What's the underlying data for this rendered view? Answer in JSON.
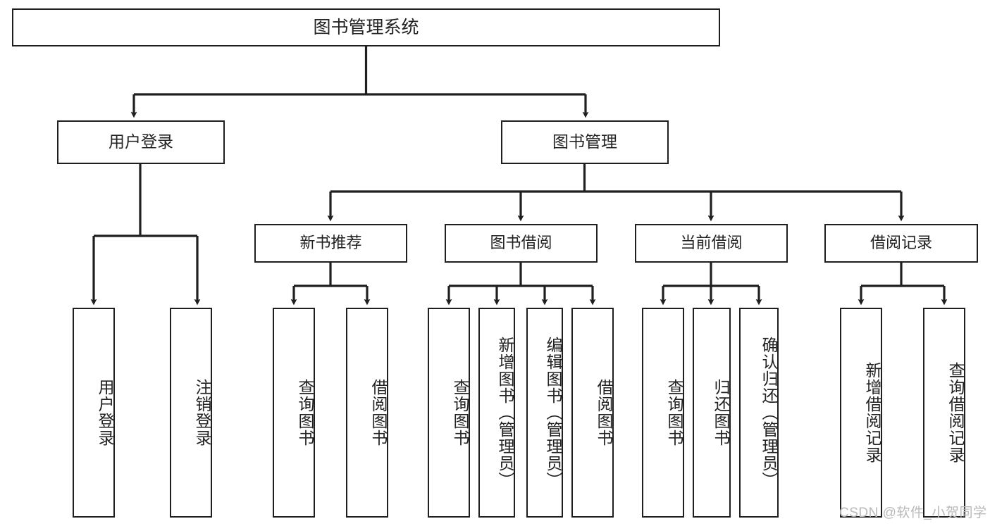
{
  "diagram": {
    "type": "tree",
    "title": "图书管理系统",
    "orientation": "top-down",
    "colors": {
      "stroke": "#1f1f1f",
      "fill": "#ffffff",
      "background": "#ffffff",
      "watermark": "#b9b9b9"
    }
  },
  "nodes": {
    "root": {
      "label": "图书管理系统"
    },
    "level1": [
      {
        "label": "用户登录"
      },
      {
        "label": "图书管理"
      }
    ],
    "level2": [
      {
        "label": "新书推荐"
      },
      {
        "label": "图书借阅"
      },
      {
        "label": "当前借阅"
      },
      {
        "label": "借阅记录"
      }
    ],
    "leaves": {
      "user_login": [
        {
          "label": "用户登录"
        },
        {
          "label": "注销登录"
        }
      ],
      "new_book": [
        {
          "label": "查询图书"
        },
        {
          "label": "借阅图书"
        }
      ],
      "book_borrow": [
        {
          "label": "查询图书"
        },
        {
          "label": "新增图书（管理员）"
        },
        {
          "label": "编辑图书（管理员）"
        },
        {
          "label": "借阅图书"
        }
      ],
      "current_borrow": [
        {
          "label": "查询图书"
        },
        {
          "label": "归还图书"
        },
        {
          "label": "确认归还（管理员）"
        }
      ],
      "borrow_record": [
        {
          "label": "新增借阅记录"
        },
        {
          "label": "查询借阅记录"
        }
      ]
    }
  },
  "watermark": {
    "text": "CSDN @软件_小贺同学"
  }
}
